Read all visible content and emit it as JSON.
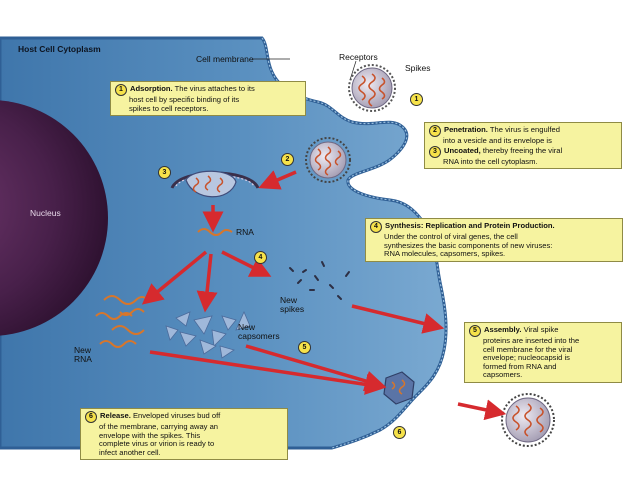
{
  "title": "Host Cell Cytoplasm",
  "labels": {
    "cell_membrane": "Cell membrane",
    "receptors": "Receptors",
    "spikes": "Spikes",
    "nucleus": "Nucleus",
    "rna": "RNA",
    "new_spikes_1": "New",
    "new_spikes_2": "spikes",
    "new_capsomers_1": "New",
    "new_capsomers_2": "capsomers",
    "new_rna_1": "New",
    "new_rna_2": "RNA"
  },
  "step_markers": [
    "1",
    "2",
    "3",
    "4",
    "5",
    "6"
  ],
  "steps": [
    {
      "num": "1",
      "title": "Adsorption.",
      "lines": [
        "The virus attaches to its",
        "host cell by specific binding of its",
        "spikes to cell receptors."
      ]
    },
    {
      "num": "2",
      "title": "Penetration.",
      "lines": [
        "The virus is engulfed",
        "into a vesicle and its envelope is"
      ]
    },
    {
      "num": "3",
      "title": "Uncoated,",
      "lines": [
        "thereby freeing the viral",
        "RNA into the cell cytoplasm."
      ]
    },
    {
      "num": "4",
      "title": "Synthesis: Replication and Protein Production.",
      "lines": [
        "Under the control of viral genes, the cell",
        "synthesizes the basic components of new viruses:",
        "RNA molecules, capsomers, spikes."
      ]
    },
    {
      "num": "5",
      "title": "Assembly.",
      "lines": [
        "Viral spike",
        "proteins are inserted into the",
        "cell membrane for the viral",
        "envelope; nucleocapsid is",
        "formed from RNA and",
        "capsomers."
      ]
    },
    {
      "num": "6",
      "title": "Release.",
      "lines": [
        "Enveloped viruses bud off",
        "of the membrane, carrying away an",
        "envelope with the spikes. This",
        "complete virus or virion is ready to",
        "infect another cell."
      ]
    }
  ],
  "colors": {
    "cytoplasm": "#4f86b9",
    "membrane": "#2f5f95",
    "nucleus": "#4a1d4a",
    "arrow": "#d62a2e",
    "box": "#f6f3a0",
    "virus_body": "#c9c2d4",
    "capsid": "#5a74a6"
  }
}
